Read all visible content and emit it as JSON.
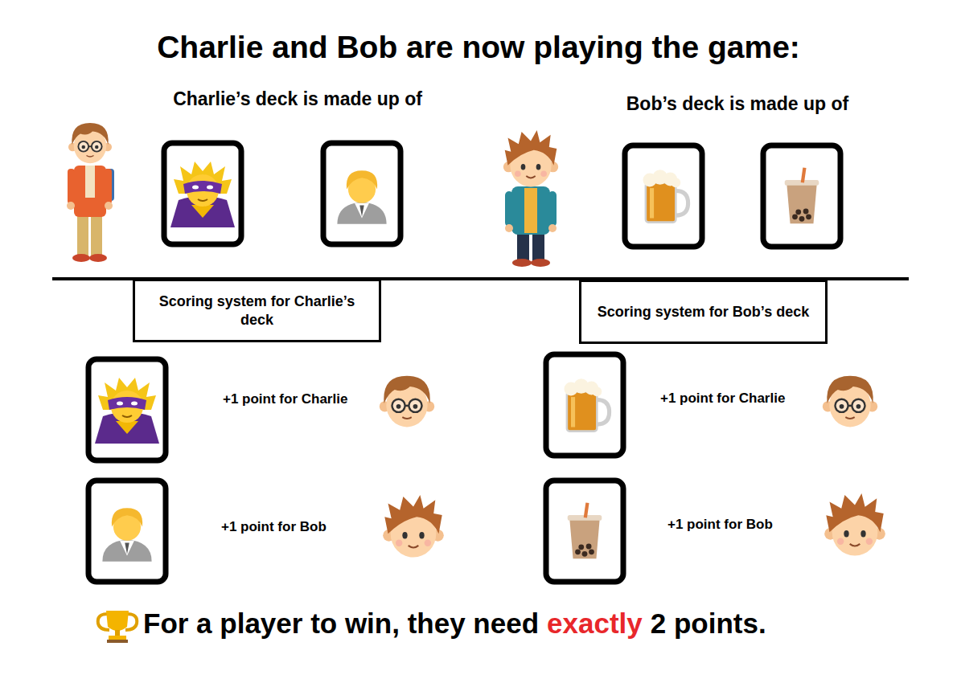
{
  "diagram": {
    "title": "Charlie and Bob are now playing the game:",
    "nodes": [
      {
        "text": [
          "Scoring system for Charlie’s deck"
        ]
      },
      {
        "text": [
          "Scoring system for Bob’s deck"
        ]
      }
    ],
    "labels": [
      "Charlie’s deck is made up of",
      "Bob’s deck is made up of",
      "+1 point for Charlie",
      "+1 point for Bob",
      "+1 point for Charlie",
      "+1 point for Bob",
      "For a player to win, they need",
      "exactly",
      "2 points."
    ]
  }
}
